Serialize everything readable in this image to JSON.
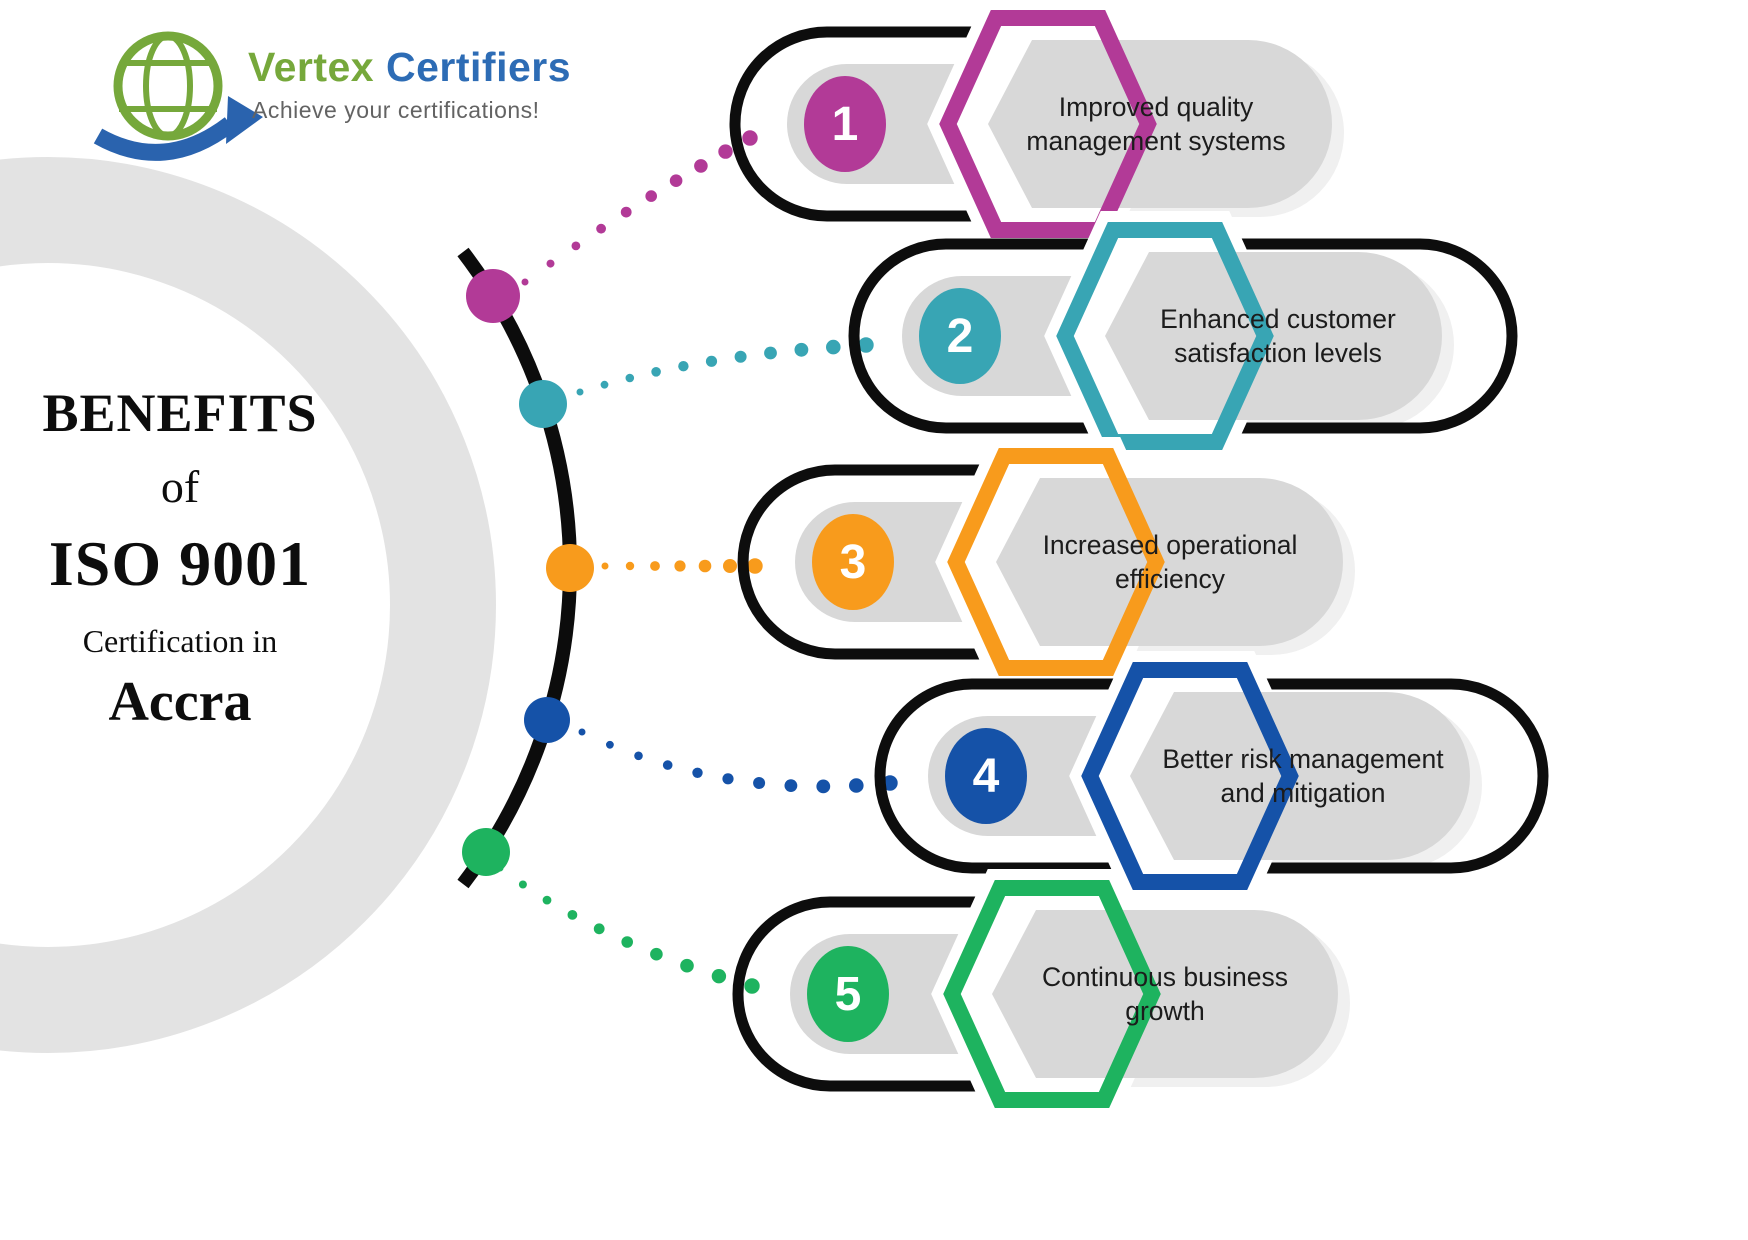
{
  "logo": {
    "brand_primary": "Vertex",
    "brand_secondary": "Certifiers",
    "tagline": "Achieve your certifications!",
    "green": "#76a83b",
    "blue": "#2d6cb5"
  },
  "title": {
    "line1": "BENEFITS",
    "line2": "of",
    "line3": "ISO 9001",
    "line4": "Certification in",
    "line5": "Accra"
  },
  "items": [
    {
      "number": "1",
      "label": "Improved quality management systems",
      "color": "#b23a97"
    },
    {
      "number": "2",
      "label": "Enhanced customer satisfaction levels",
      "color": "#38a5b4"
    },
    {
      "number": "3",
      "label": "Increased operational efficiency",
      "color": "#f89b1c"
    },
    {
      "number": "4",
      "label": "Better risk management and mitigation",
      "color": "#1552a8"
    },
    {
      "number": "5",
      "label": "Continuous  business growth",
      "color": "#1eb35f"
    }
  ],
  "palette": {
    "pill_gray": "#d8d8d8",
    "shadow_gray": "#f0f0f0",
    "ring_gray": "#e3e3e3",
    "line_black": "#0d0d0d",
    "text_dark": "#1c1c1c"
  }
}
